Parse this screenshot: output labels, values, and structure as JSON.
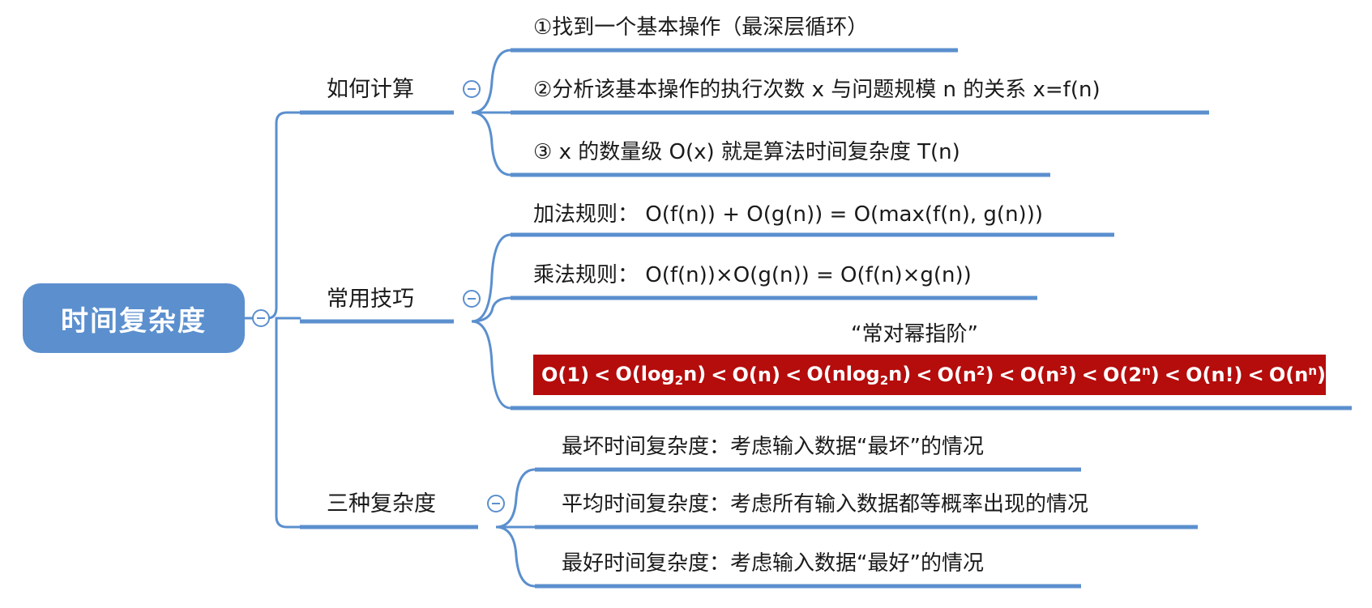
{
  "root": {
    "label": "时间复杂度"
  },
  "branches": [
    {
      "label": "如何计算",
      "children": [
        "①找到一个基本操作（最深层循环）",
        "②分析该基本操作的执行次数 x 与问题规模 n 的关系 x=f(n)",
        "③ x 的数量级 O(x) 就是算法时间复杂度 T(n)"
      ]
    },
    {
      "label": "常用技巧",
      "children": [
        "加法规则：  O(f(n)) + O(g(n)) = O(max(f(n), g(n)))",
        "乘法规则：  O(f(n))×O(g(n)) = O(f(n)×g(n))"
      ],
      "mnemonic": "“常对幂指阶”",
      "ordering": [
        {
          "base": "O(1)"
        },
        {
          "base": "O(log",
          "sub": "2",
          "tail": "n)"
        },
        {
          "base": "O(n)"
        },
        {
          "base": "O(nlog",
          "sub": "2",
          "tail": "n)"
        },
        {
          "base": "O(n",
          "sup": "2",
          "tail": ")"
        },
        {
          "base": "O(n",
          "sup": "3",
          "tail": ")"
        },
        {
          "base": "O(2",
          "sup": "n",
          "tail": ")"
        },
        {
          "base": "O(n!)"
        },
        {
          "base": "O(n",
          "sup": "n",
          "tail": ")"
        }
      ],
      "ordering_separator": "<"
    },
    {
      "label": "三种复杂度",
      "children": [
        "最坏时间复杂度：考虑输入数据“最坏”的情况",
        "平均时间复杂度：考虑所有输入数据都等概率出现的情况",
        "最好时间复杂度：考虑输入数据“最好”的情况"
      ]
    }
  ],
  "colors": {
    "line": "#5b8fce",
    "root_fill": "#5b8fce",
    "highlight_fill": "#b50c0c",
    "highlight_text": "#ffffff"
  }
}
